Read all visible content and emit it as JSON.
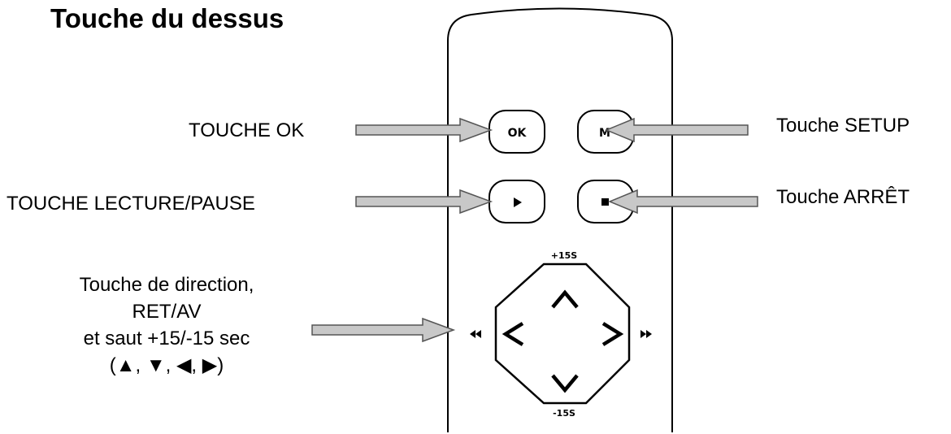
{
  "title": "Touche du dessus",
  "callouts": {
    "ok": "TOUCHE OK",
    "setup": "Touche SETUP",
    "play_pause": "TOUCHE LECTURE/PAUSE",
    "stop": "Touche ARRÊT",
    "direction": {
      "line1": "Touche de direction,",
      "line2": "RET/AV",
      "line3": "et saut +15/-15 sec",
      "line4": "(▲,  ▼,  ◀,  ▶)"
    }
  },
  "remote": {
    "ok_key": "OK",
    "menu_key": "M",
    "plus_15s": "+15S",
    "minus_15s": "-15S"
  },
  "icons": {
    "play": "play-icon",
    "stop": "stop-icon",
    "up": "chevron-up-icon",
    "down": "chevron-down-icon",
    "left": "chevron-left-icon",
    "right": "chevron-right-icon",
    "rewind": "rewind-icon",
    "fast_forward": "fast-forward-icon"
  },
  "colors": {
    "arrow_fill": "#c8c8c8",
    "outline": "#000000"
  }
}
